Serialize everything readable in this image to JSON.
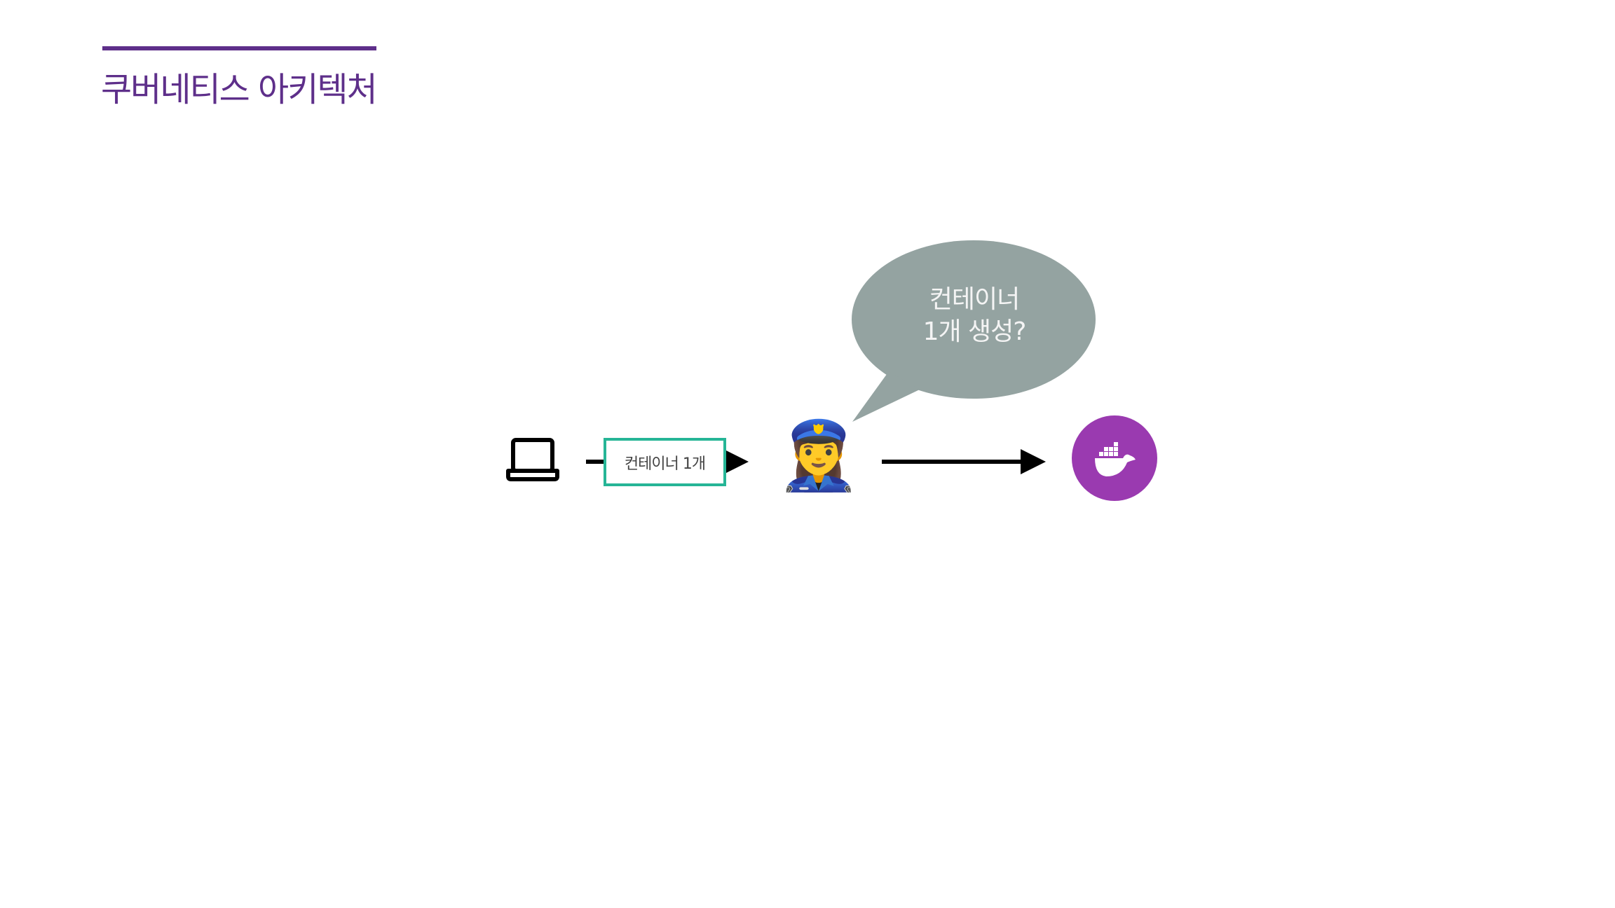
{
  "header": {
    "title": "쿠버네티스 아키텍처"
  },
  "diagram": {
    "message_label": "컨테이너 1개",
    "bubble_lines": [
      "컨테이너",
      "1개 생성?"
    ],
    "icons": [
      "laptop-icon",
      "police-officer-icon",
      "docker-icon"
    ],
    "colors": {
      "accent": "#5e2f8a",
      "box_border": "#26b596",
      "bubble": "#94a3a1",
      "docker": "#9a3ab0"
    }
  }
}
